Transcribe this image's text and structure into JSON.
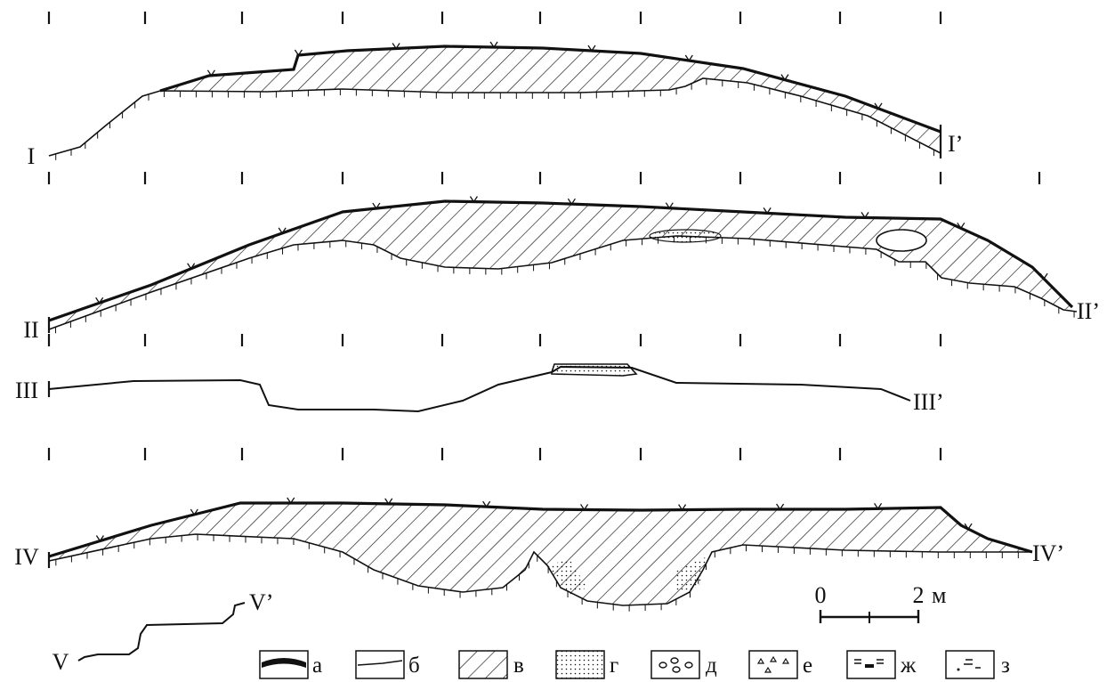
{
  "profiles": [
    {
      "start_label": "I",
      "end_label": "I’"
    },
    {
      "start_label": "II",
      "end_label": "II’"
    },
    {
      "start_label": "III",
      "end_label": "III’"
    },
    {
      "start_label": "IV",
      "end_label": "IV’"
    },
    {
      "start_label": "V",
      "end_label": "V’"
    }
  ],
  "scale_bar": {
    "start_value": "0",
    "end_value": "2",
    "unit": "м"
  },
  "legend": [
    {
      "key": "a",
      "label": "а",
      "icon": "soil-sod-icon"
    },
    {
      "key": "b",
      "label": "б",
      "icon": "bedrock-boundary-icon"
    },
    {
      "key": "v",
      "label": "в",
      "icon": "hatched-deposit-icon"
    },
    {
      "key": "g",
      "label": "г",
      "icon": "sand-dots-icon"
    },
    {
      "key": "d",
      "label": "д",
      "icon": "pebbles-icon"
    },
    {
      "key": "e",
      "label": "е",
      "icon": "rubble-triangles-icon"
    },
    {
      "key": "zh",
      "label": "ж",
      "icon": "loam-dashes-icon"
    },
    {
      "key": "z",
      "label": "з",
      "icon": "silt-dashes-icon"
    }
  ]
}
